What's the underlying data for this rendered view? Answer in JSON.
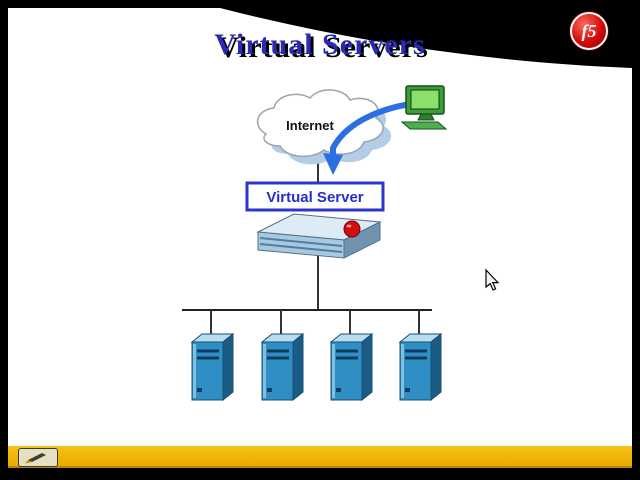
{
  "slide": {
    "title": "Virtual Servers",
    "logo_text": "f5"
  },
  "diagram": {
    "internet_label": "Internet",
    "virtual_server_label": "Virtual Server",
    "server_count": 4,
    "icons": {
      "client": "desktop-computer-icon",
      "appliance": "bigip-load-balancer-icon",
      "server": "server-tower-icon",
      "cursor": "mouse-cursor-icon",
      "pen": "pen-tool-icon"
    }
  },
  "colors": {
    "title_blue": "#2a2ab4",
    "logo_red": "#d40a0a",
    "arrow_blue": "#2b6fe0",
    "box_border_blue": "#2b35cc",
    "server_blue": "#2f8fc4",
    "footer_gold": "#eeb100",
    "swoosh_black": "#000000"
  }
}
